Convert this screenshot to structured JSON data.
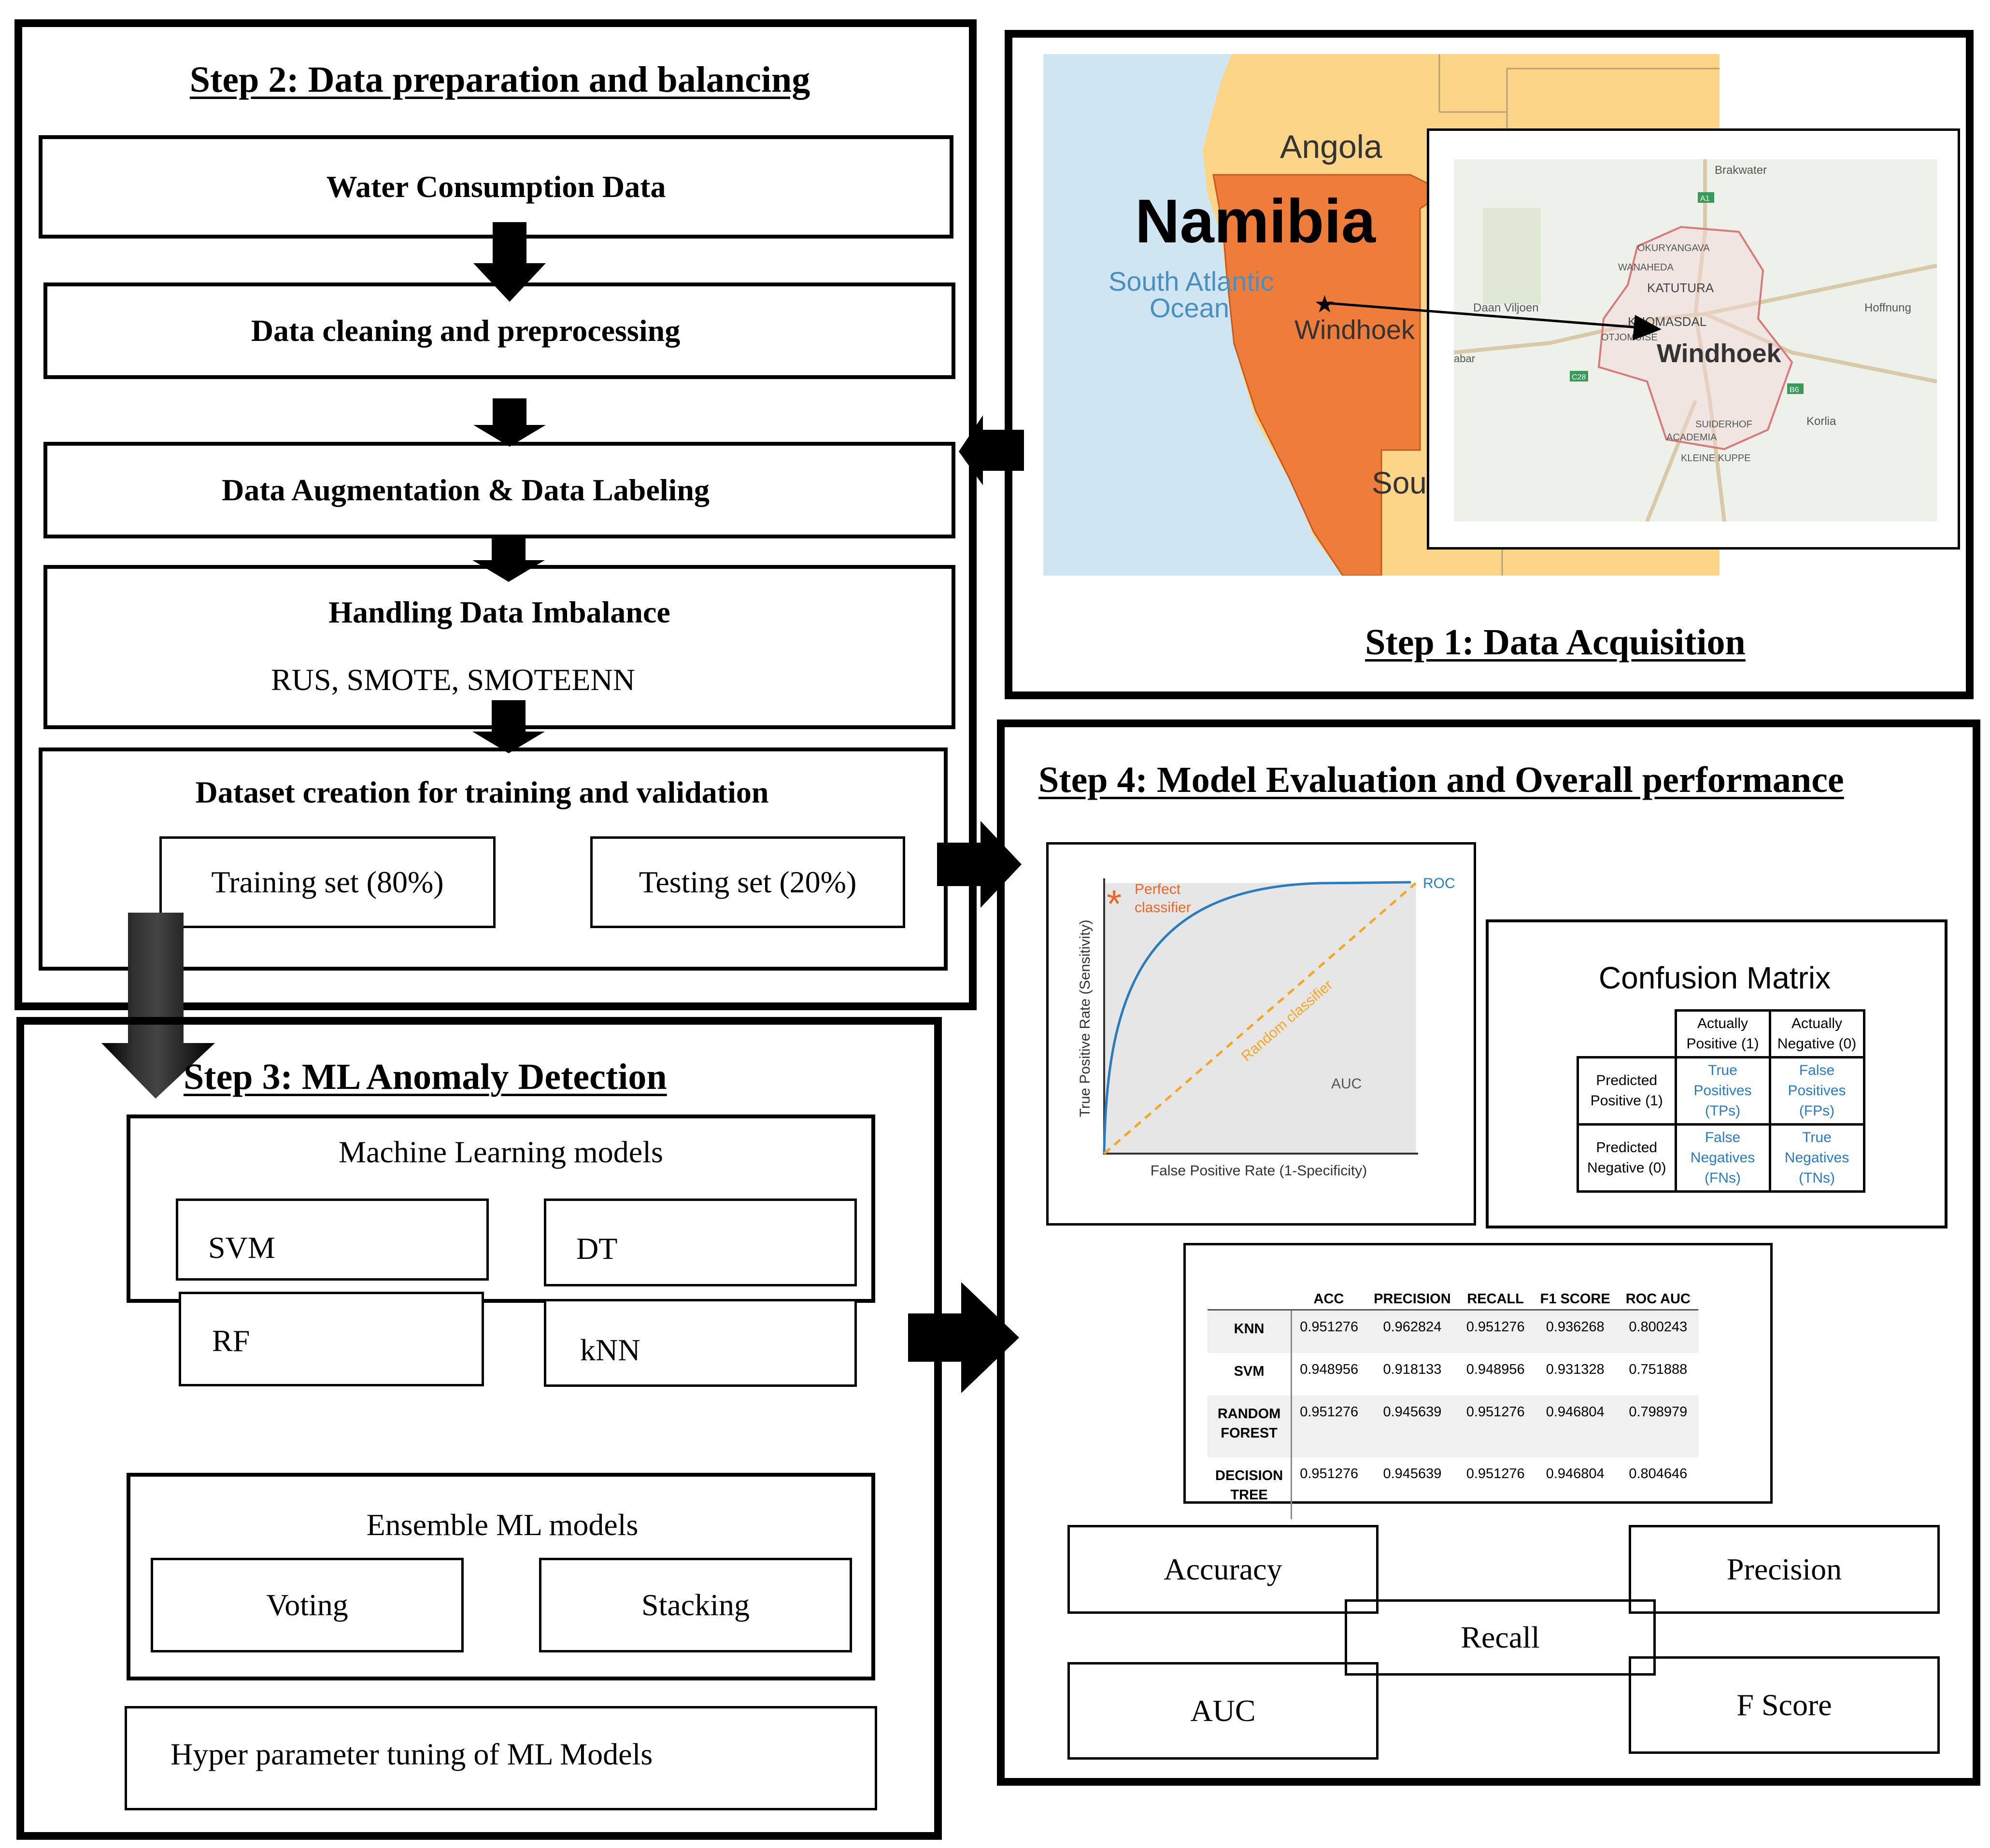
{
  "step1": {
    "title": "Step 1: Data Acquisition"
  },
  "map": {
    "angola": "Angola",
    "namibia": "Namibia",
    "ocean_line1": "South Atlantic",
    "ocean_line2": "Ocean",
    "windhoek": "Windhoek",
    "south_partial": "Sout",
    "colors": {
      "namibia": "#ee7d3c",
      "land": "#fcd589",
      "ocean": "#cfe6f2"
    }
  },
  "city_map": {
    "title": "Windhoek",
    "labels": [
      "Brakwater",
      "OKURYANGAVA",
      "WANAHEDA",
      "KATUTURA",
      "Daan Viljoen",
      "KHOMASDAL",
      "OTJOMUISE",
      "Hoffnung",
      "abar",
      "SUIDERHOF",
      "ACADEMIA",
      "KLEINE KUPPE",
      "Korlia"
    ],
    "roads": [
      "A1",
      "C28",
      "B6"
    ]
  },
  "step2": {
    "title": "Step 2: Data preparation and balancing",
    "water": "Water Consumption Data",
    "cleaning": "Data cleaning and preprocessing",
    "augmentation": "Data Augmentation & Data Labeling",
    "imbalance": "Handling Data Imbalance",
    "imbalance_methods": "RUS, SMOTE, SMOTEENN",
    "dataset": "Dataset creation for training and validation",
    "training": "Training set (80%)",
    "testing": "Testing set (20%)"
  },
  "step3": {
    "title": "Step 3: ML Anomaly Detection",
    "ml_title": "Machine Learning models",
    "ml_models": [
      "SVM",
      "DT",
      "RF",
      "kNN"
    ],
    "ensemble_title": "Ensemble ML models",
    "ensemble": [
      "Voting",
      "Stacking"
    ],
    "tuning": "Hyper parameter tuning of ML Models"
  },
  "step4": {
    "title": "Step 4: Model Evaluation and Overall performance",
    "metrics": {
      "accuracy": "Accuracy",
      "precision": "Precision",
      "recall": "Recall",
      "auc": "AUC",
      "fscore": "F Score"
    }
  },
  "roc": {
    "perfect_star": "*",
    "perfect_line1": "Perfect",
    "perfect_line2": "classifier",
    "roc_label": "ROC",
    "random_label": "Random classifier",
    "auc_label": "AUC",
    "ylabel": "True Positive Rate (Sensitivity)",
    "xlabel": "False Positive Rate (1-Specificity)",
    "colors": {
      "roc": "#2b7bbf",
      "random": "#f5a623",
      "perfect": "#e8682a",
      "area": "#e6e6e6"
    }
  },
  "confusion": {
    "title": "Confusion Matrix",
    "col1": [
      "Actually",
      "Positive (1)"
    ],
    "col2": [
      "Actually",
      "Negative (0)"
    ],
    "row1": [
      "Predicted",
      "Positive (1)"
    ],
    "row2": [
      "Predicted",
      "Negative (0)"
    ],
    "tp": [
      "True",
      "Positives",
      "(TPs)"
    ],
    "fp": [
      "False",
      "Positives",
      "(FPs)"
    ],
    "fn": [
      "False",
      "Negatives",
      "(FNs)"
    ],
    "tn": [
      "True",
      "Negatives",
      "(TNs)"
    ]
  },
  "results": {
    "columns": [
      "ACC",
      "PRECISION",
      "RECALL",
      "F1 SCORE",
      "ROC AUC"
    ],
    "rows": [
      {
        "name": [
          "KNN"
        ],
        "values": [
          "0.951276",
          "0.962824",
          "0.951276",
          "0.936268",
          "0.800243"
        ]
      },
      {
        "name": [
          "SVM"
        ],
        "values": [
          "0.948956",
          "0.918133",
          "0.948956",
          "0.931328",
          "0.751888"
        ]
      },
      {
        "name": [
          "RANDOM",
          "FOREST"
        ],
        "values": [
          "0.951276",
          "0.945639",
          "0.951276",
          "0.946804",
          "0.798979"
        ]
      },
      {
        "name": [
          "DECISION",
          "TREE"
        ],
        "values": [
          "0.951276",
          "0.945639",
          "0.951276",
          "0.946804",
          "0.804646"
        ]
      }
    ]
  }
}
